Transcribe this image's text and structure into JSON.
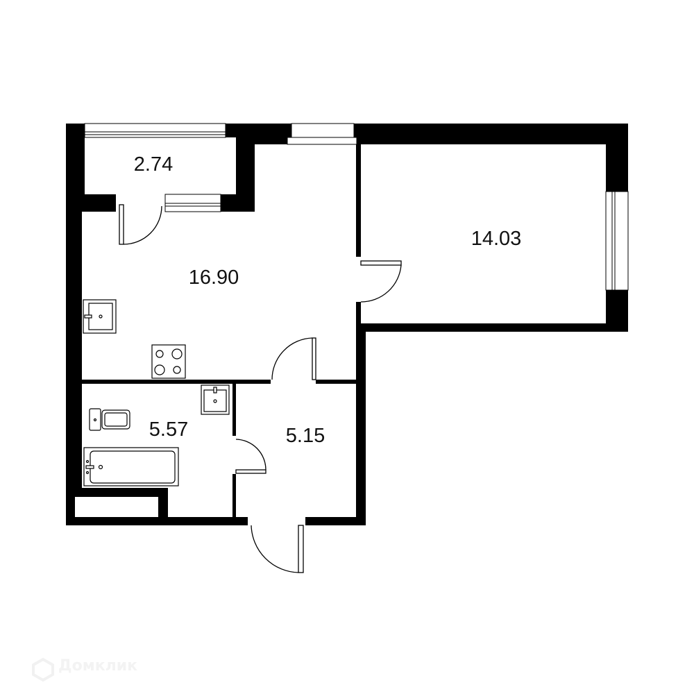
{
  "rooms": [
    {
      "id": "balcony",
      "area": "2.74"
    },
    {
      "id": "kitchen-living",
      "area": "16.90"
    },
    {
      "id": "bedroom",
      "area": "14.03"
    },
    {
      "id": "bathroom",
      "area": "5.57"
    },
    {
      "id": "hallway",
      "area": "5.15"
    }
  ],
  "watermark": "Домклик",
  "colors": {
    "wall": "#000000",
    "background": "#ffffff",
    "watermark": "#f3f3f3"
  }
}
